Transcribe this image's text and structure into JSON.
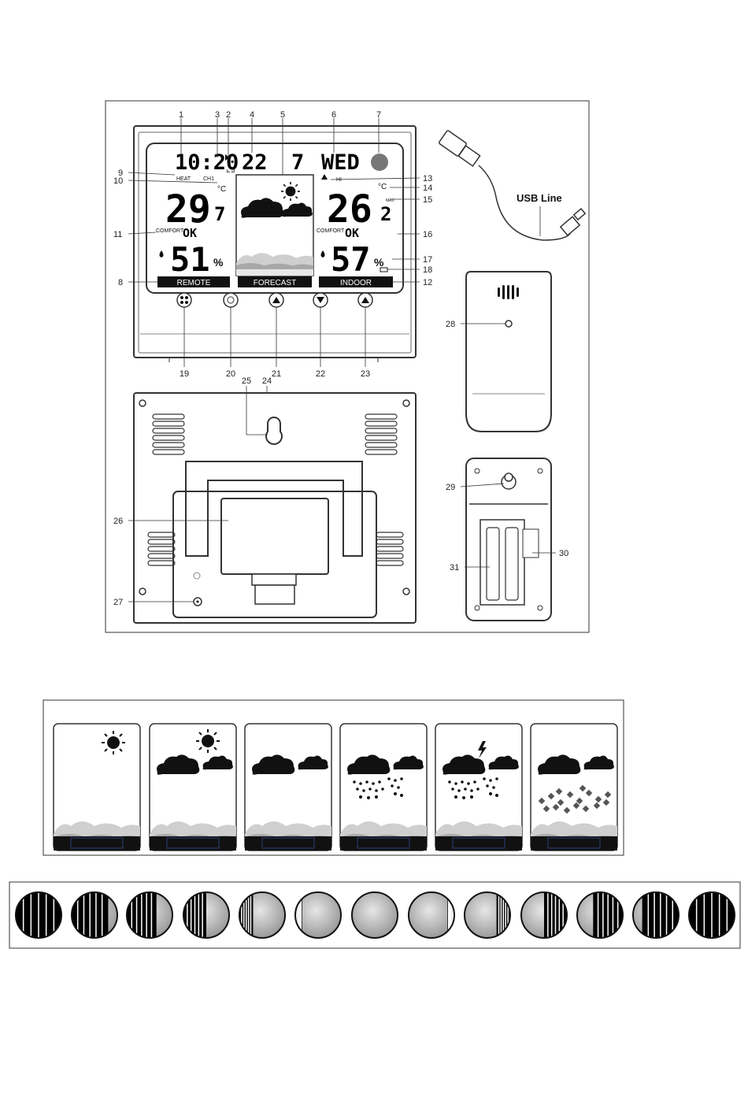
{
  "display": {
    "time": "10:20",
    "date_day": "22",
    "month": "7",
    "weekday": "WED",
    "heat": "HEAT",
    "channel": "CH1",
    "remote_temp": "29.7",
    "remote_temp_main": "29",
    "remote_temp_decimal": "7",
    "temp_unit": "°C",
    "comfort_label": "COMFORT",
    "comfort_value": "OK",
    "remote_humidity": "51",
    "humidity_unit": "%",
    "indoor_temp_main": "26",
    "indoor_temp_decimal": "2",
    "indoor_humidity": "57",
    "hi_label": "HI",
    "max_label": "MAX",
    "bar_remote": "REMOTE",
    "bar_forecast": "FORECAST",
    "bar_indoor": "INDOOR"
  },
  "usb_label": "USB Line",
  "callouts": {
    "c1": "1",
    "c2": "2",
    "c3": "3",
    "c4": "4",
    "c5": "5",
    "c6": "6",
    "c7": "7",
    "c8": "8",
    "c9": "9",
    "c10": "10",
    "c11": "11",
    "c12": "12",
    "c13": "13",
    "c14": "14",
    "c15": "15",
    "c16": "16",
    "c17": "17",
    "c18": "18",
    "c19": "19",
    "c20": "20",
    "c21": "21",
    "c22": "22",
    "c23": "23",
    "c24": "24",
    "c25": "25",
    "c26": "26",
    "c27": "27",
    "c28": "28",
    "c29": "29",
    "c30": "30",
    "c31": "31"
  },
  "forecast_icons": [
    "sunny",
    "partly-cloudy",
    "cloudy",
    "rainy",
    "stormy",
    "snowy"
  ],
  "moon_phases": [
    "new-moon",
    "waxing-crescent",
    "waxing-crescent-2",
    "first-quarter",
    "waxing-gibbous",
    "waxing-gibbous-2",
    "full-moon",
    "waning-gibbous",
    "waning-gibbous-2",
    "last-quarter",
    "waning-crescent",
    "waning-crescent-2",
    "new-moon-end"
  ]
}
